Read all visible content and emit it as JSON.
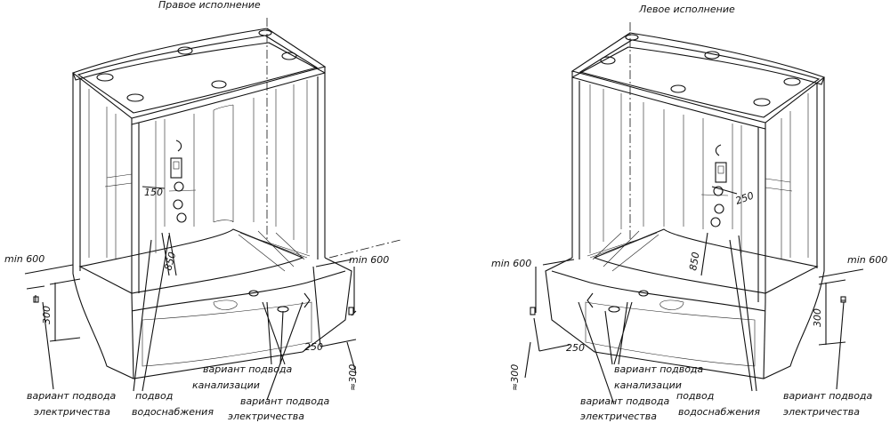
{
  "titles": {
    "right": "Правое исполнение",
    "left": "Левое исполнение"
  },
  "right_view": {
    "min_left": "min 600",
    "min_right": "min 600",
    "d300_vertical": "300",
    "d150": "150",
    "d850": "850",
    "d250": "250",
    "d300_bottom": "≈300",
    "elec_line1": "вариант подвода",
    "elec_line2": "электричества",
    "water_line1": "подвод",
    "water_line2": "водоснабжения",
    "sewer_line1": "вариант подвода",
    "sewer_line2": "канализации",
    "elec2_line1": "вариант подвода",
    "elec2_line2": "электричества"
  },
  "left_view": {
    "min_left": "min 600",
    "min_right": "min 600",
    "d300_vertical": "300",
    "d250_top": "250",
    "d850": "850",
    "d250": "250",
    "d300_bottom": "≈300",
    "elec_line1": "вариант подвода",
    "elec_line2": "электричества",
    "sewer_line1": "вариант подвода",
    "sewer_line2": "канализации",
    "water_line1": "подвод",
    "water_line2": "водоснабжения",
    "elec2_line1": "вариант подвода",
    "elec2_line2": "электричества"
  }
}
